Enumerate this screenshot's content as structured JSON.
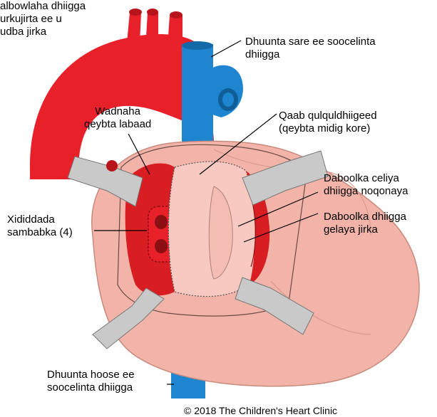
{
  "labels": {
    "aorta": [
      "albowlaha dhiigga",
      "urkujirta ee u",
      "udba jirka"
    ],
    "svc": [
      "Dhuunta sare ee soocelinta",
      "dhiigga"
    ],
    "left_atrium": [
      "Wadnaha",
      "qeybta labaad"
    ],
    "ra_incision": [
      "Qaab qulquldhiigeed",
      "(qeybta midig kore)"
    ],
    "mitral_valve": [
      "Daboolka celiya",
      "dhiigga noqonaya"
    ],
    "tricuspid_valve": [
      "Daboolka dhiigga",
      "gelaya jirka"
    ],
    "pulmonary_veins": [
      "Xididdada",
      "sambabka (4)"
    ],
    "ivc": [
      "Dhuunta hoose ee",
      "soocelinta dhiigga"
    ]
  },
  "copyright": "© 2018 The Children's Heart Clinic",
  "colors": {
    "aorta_red": "#e8202a",
    "vein_blue": "#1e86d0",
    "heart_pink": "#f2b4a8",
    "incision_pink": "#f7c9c1",
    "left_atrium_red": "#d81e22",
    "retractor_gray": "#c9c9c9"
  }
}
